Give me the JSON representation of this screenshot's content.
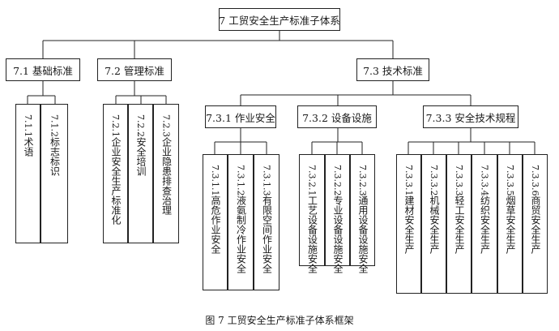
{
  "root": {
    "label": "7 工贸安全生产标准子体系"
  },
  "level1": [
    {
      "label": "7.1 基础标准"
    },
    {
      "label": "7.2 管理标准"
    },
    {
      "label": "7.3 技术标准"
    }
  ],
  "basic_items": [
    {
      "num": "7.1.1",
      "text": "术语"
    },
    {
      "num": "7.1.2",
      "text": "标志标识"
    }
  ],
  "mgmt_items": [
    {
      "num": "7.2.1",
      "text": "企业安全生产标准化"
    },
    {
      "num": "7.2.2",
      "text": "安全培训"
    },
    {
      "num": "7.2.3",
      "text": "企业隐患排查治理"
    }
  ],
  "tech_groups": [
    {
      "label": "7.3.1 作业安全"
    },
    {
      "label": "7.3.2 设备设施"
    },
    {
      "label": "7.3.3 安全技术规程"
    }
  ],
  "work_items": [
    {
      "num": "7.3.1.1",
      "text": "高危作业安全"
    },
    {
      "num": "7.3.1.2",
      "text": "液氨制冷作业安全"
    },
    {
      "num": "7.3.1.3",
      "text": "有限空间作业安全"
    }
  ],
  "equip_items": [
    {
      "num": "7.3.2.1",
      "text": "工艺设备设施安全"
    },
    {
      "num": "7.3.2.2",
      "text": "专业设备设施安全"
    },
    {
      "num": "7.3.2.3",
      "text": "通用设备设施安全"
    }
  ],
  "reg_items": [
    {
      "num": "7.3.3.1",
      "text": "建材安全生产"
    },
    {
      "num": "7.3.3.2",
      "text": "机械安全生产"
    },
    {
      "num": "7.3.3.3",
      "text": "轻工安全生产"
    },
    {
      "num": "7.3.3.4",
      "text": "纺织安全生产"
    },
    {
      "num": "7.3.3.5",
      "text": "烟草安全生产"
    },
    {
      "num": "7.3.3.6",
      "text": "商贸安全生产"
    }
  ],
  "caption": "图 7  工贸安全生产标准子体系框架"
}
